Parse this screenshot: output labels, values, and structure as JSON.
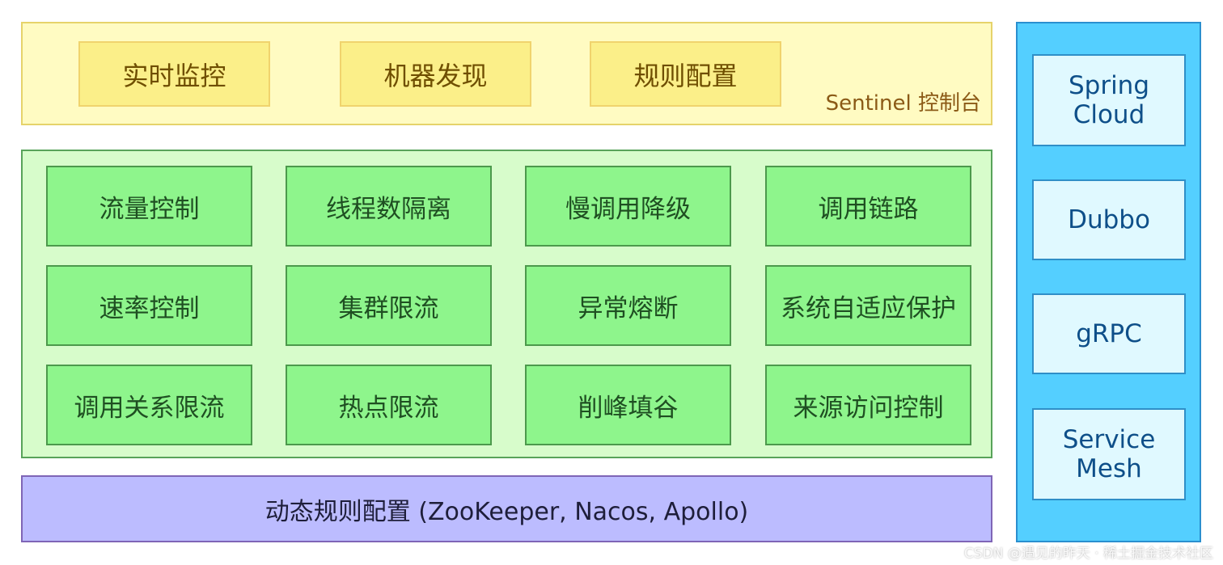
{
  "console": {
    "buttons": [
      "实时监控",
      "机器发现",
      "规则配置"
    ],
    "title": "Sentinel 控制台"
  },
  "features": {
    "items": [
      [
        "流量控制",
        "线程数隔离",
        "慢调用降级",
        "调用链路"
      ],
      [
        "速率控制",
        "集群限流",
        "异常熔断",
        "系统自适应保护"
      ],
      [
        "调用关系限流",
        "热点限流",
        "削峰填谷",
        "来源访问控制"
      ]
    ]
  },
  "dynamic_rules": "动态规则配置 (ZooKeeper, Nacos, Apollo)",
  "frameworks": [
    "Spring\nCloud",
    "Dubbo",
    "gRPC",
    "Service\nMesh"
  ],
  "watermark": "CSDN @遇见的昨天 · 稀土掘金技术社区",
  "colors": {
    "console_bg": "#fffbc2",
    "console_button": "#fbef89",
    "features_bg": "#d7fccb",
    "feature_box": "#8ef58c",
    "dynamic_bg": "#bcbcff",
    "frameworks_bg": "#54cfff",
    "framework_box": "#e0f9ff"
  }
}
